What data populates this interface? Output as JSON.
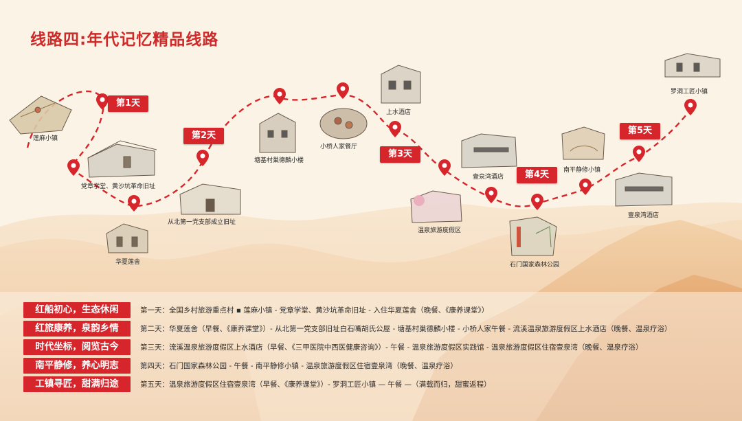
{
  "title": "线路四:年代记忆精品线路",
  "days": [
    "第1天",
    "第2天",
    "第3天",
    "第4天",
    "第5天"
  ],
  "places": [
    "莲麻小镇",
    "党章学堂、黄沙坑革命旧址",
    "华夏莲舍",
    "从北第一党支部成立旧址",
    "塘基村巢德麟小楼",
    "小桥人家餐厅",
    "上水酒店",
    "温泉旅游度假区",
    "壹泉湾酒店",
    "石门国家森林公园",
    "南平静修小镇",
    "壹泉湾酒店",
    "罗洞工匠小镇"
  ],
  "itinerary": [
    {
      "tag": "红船初心，生态休闲",
      "text": "第一天：全国乡村旅游重点村 ▪ 莲麻小镇 - 党章学堂、黄沙坑革命旧址 - 入住华夏莲舍（晚餐、《康养课堂》）"
    },
    {
      "tag": "红旅康养，泉韵乡情",
      "text": "第二天：华夏莲舍（早餐、《康养课堂》）- 从北第一党支部旧址白石嘴胡氏公屋 - 塘基村巢德麟小楼 - 小桥人家午餐 - 流溪温泉旅游度假区上水酒店（晚餐、温泉疗浴）"
    },
    {
      "tag": "时代坐标，阅览古今",
      "text": "第三天：流溪温泉旅游度假区上水酒店（早餐、《三甲医院中西医健康咨询》）- 午餐 - 温泉旅游度假区实践馆 - 温泉旅游度假区住宿壹泉湾（晚餐、温泉疗浴）"
    },
    {
      "tag": "南平静修，养心明志",
      "text": "第四天：石门国家森林公园 - 午餐 - 南平静修小镇 - 温泉旅游度假区住宿壹泉湾（晚餐、温泉疗浴）"
    },
    {
      "tag": "工镇寻匠，甜满归途",
      "text": "第五天：温泉旅游度假区住宿壹泉湾（早餐、《康养课堂》）- 罗洞工匠小镇 — 午餐 —（满载而归，甜蜜返程）"
    }
  ],
  "colors": {
    "accent": "#d6262c",
    "background": "#fbf3e6",
    "mountain": "#e9b98a"
  }
}
